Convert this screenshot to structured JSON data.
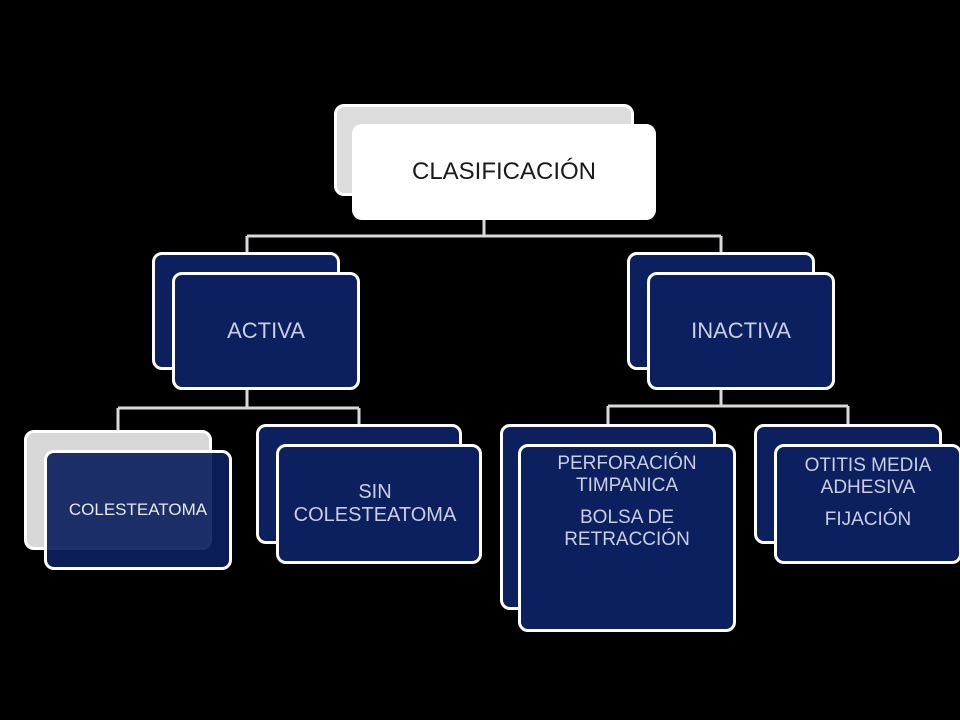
{
  "root": {
    "label": "CLASIFICACIÓN"
  },
  "activa": {
    "label": "ACTIVA",
    "children": [
      {
        "label": "COLESTEATOMA"
      },
      {
        "lines": [
          "SIN",
          "COLESTEATOMA"
        ]
      }
    ]
  },
  "inactiva": {
    "label": "INACTIVA",
    "children": [
      {
        "lines": [
          "PERFORACIÓN",
          "TIMPANICA",
          "BOLSA DE",
          "RETRACCIÓN"
        ]
      },
      {
        "lines": [
          "OTITIS MEDIA",
          "ADHESIVA",
          "FIJACIÓN"
        ]
      }
    ]
  },
  "colors": {
    "background": "#000000",
    "node_fill": "#0c1f5e",
    "node_border": "#ffffff",
    "node_text": "#c9cfe0",
    "connector": "#d9d9d9",
    "root_fill": "#ffffff"
  }
}
